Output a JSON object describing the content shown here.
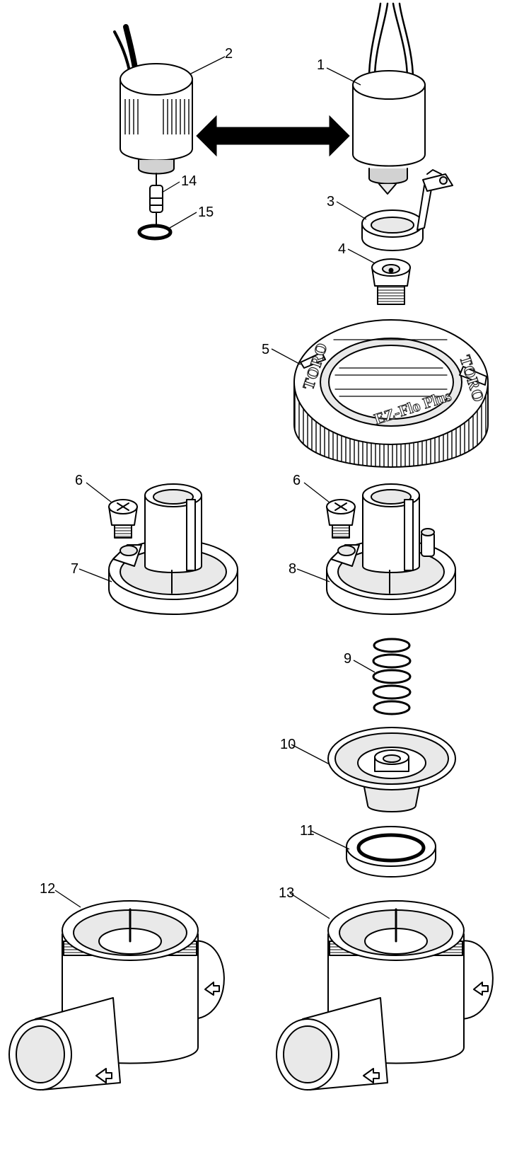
{
  "labels": {
    "p1": "1",
    "p2": "2",
    "p3": "3",
    "p4": "4",
    "p5": "5",
    "p6a": "6",
    "p6b": "6",
    "p7": "7",
    "p8": "8",
    "p9": "9",
    "p10": "10",
    "p11": "11",
    "p12": "12",
    "p13": "13",
    "p14": "14",
    "p15": "15"
  },
  "bonnet_text": {
    "brand_left": "TORO",
    "brand_right": "TORO",
    "model": "EZ-Flo Plus"
  },
  "colors": {
    "line": "#000000",
    "part_fill": "#ffffff",
    "part_shade": "#e9e9e9"
  }
}
